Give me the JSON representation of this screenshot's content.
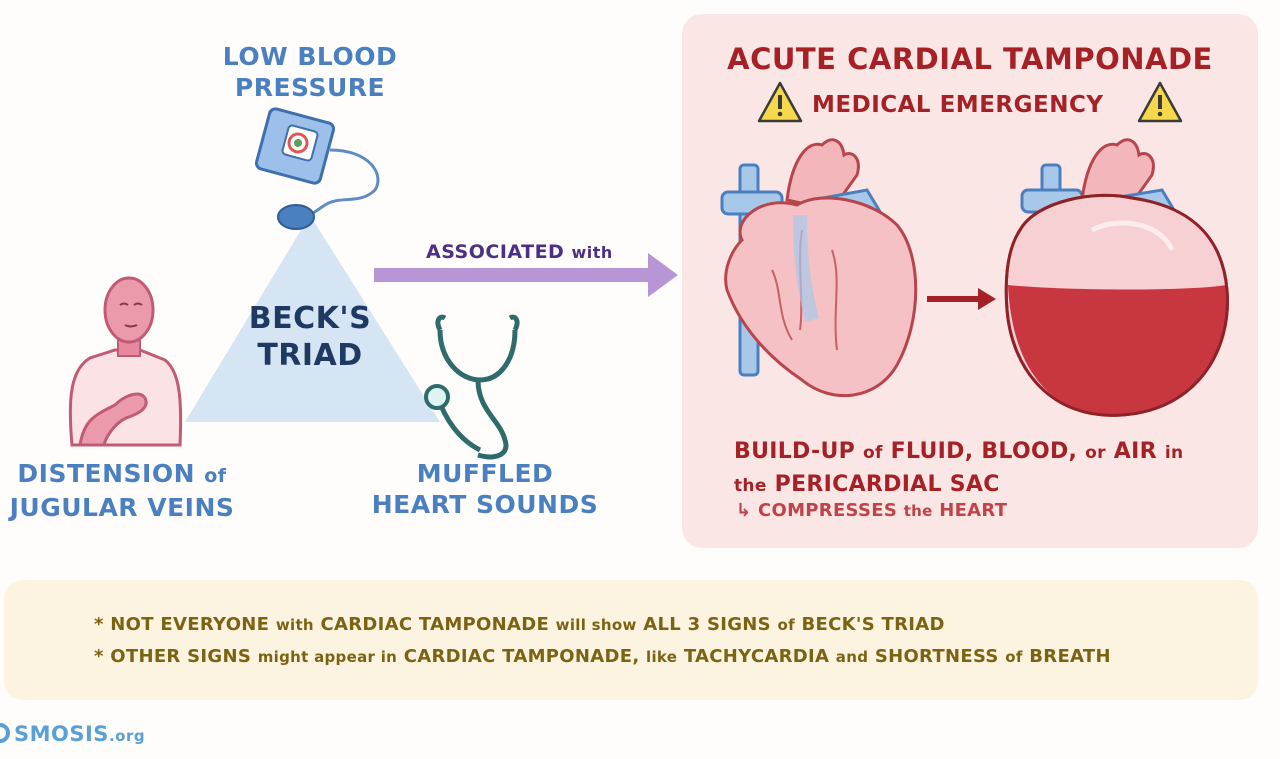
{
  "becks_triad": {
    "title_line1": "BECK'S",
    "title_line2": "TRIAD",
    "low_bp": {
      "line1": "LOW BLOOD",
      "line2": "PRESSURE"
    },
    "jugular": {
      "line1_a": "DISTENSION",
      "line1_b": "of",
      "line2": "JUGULAR VEINS"
    },
    "muffled": {
      "line1": "MUFFLED",
      "line2": "HEART SOUNDS"
    }
  },
  "association": {
    "label_a": "ASSOCIATED",
    "label_b": "with"
  },
  "emergency_panel": {
    "title": "ACUTE CARDIAL TAMPONADE",
    "subtitle": "MEDICAL EMERGENCY",
    "description": {
      "line1_a": "BUILD-UP",
      "line1_b": "of",
      "line1_c": "FLUID, BLOOD,",
      "line1_d": "or",
      "line1_e": "AIR",
      "line1_f": "in",
      "line2_a": "the",
      "line2_b": "PERICARDIAL SAC",
      "line3_arrow": "↳",
      "line3_a": "COMPRESSES",
      "line3_b": "the",
      "line3_c": "HEART"
    }
  },
  "notes": {
    "bullet": "*",
    "note1": {
      "a": "NOT EVERYONE",
      "b": "with",
      "c": "CARDIAC TAMPONADE",
      "d": "will show",
      "e": "ALL 3 SIGNS",
      "f": "of",
      "g": "BECK'S TRIAD"
    },
    "note2": {
      "a": "OTHER SIGNS",
      "b": "might appear in",
      "c": "CARDIAC TAMPONADE,",
      "d": "like",
      "e": "TACHYCARDIA",
      "f": "and",
      "g": "SHORTNESS",
      "h": "of",
      "i": "BREATH"
    }
  },
  "brand": {
    "main": "SMOSIS",
    "suffix": ".org"
  },
  "colors": {
    "triangle": "#d6e5f4",
    "arrow": "#b896d6",
    "panel_bg": "#fbe6e6",
    "emergency_red": "#a52126",
    "notes_bg": "#fdf3e1",
    "notes_text": "#7c6312",
    "triad_blue": "#4a7fc0",
    "warning_yellow": "#f7d84a"
  }
}
